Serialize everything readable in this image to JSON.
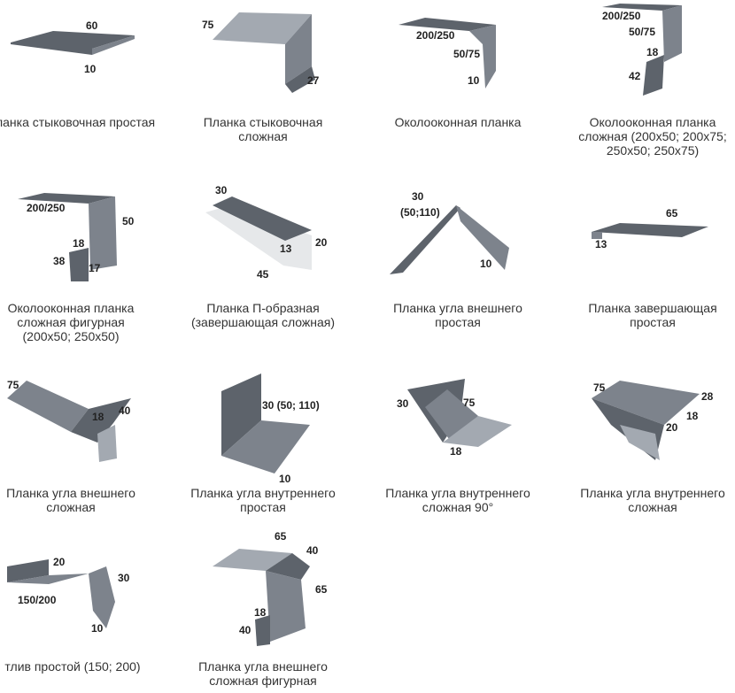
{
  "items": [
    {
      "caption": "Планка стыковочная простая",
      "dims": [
        "60",
        "10"
      ]
    },
    {
      "caption": "Планка стыковочная сложная",
      "dims": [
        "75",
        "27"
      ]
    },
    {
      "caption": "Околооконная планка",
      "dims": [
        "200/250",
        "50/75",
        "10"
      ]
    },
    {
      "caption": "Околооконная планка сложная (200x50; 200x75; 250x50; 250x75)",
      "dims": [
        "200/250",
        "50/75",
        "18",
        "42"
      ]
    },
    {
      "caption": "Околооконная планка сложная фигурная (200x50; 250x50)",
      "dims": [
        "200/250",
        "50",
        "18",
        "38",
        "17"
      ]
    },
    {
      "caption": "Планка П-образная (завершающая сложная)",
      "dims": [
        "30",
        "20",
        "13",
        "45"
      ]
    },
    {
      "caption": "Планка угла внешнего простая",
      "dims": [
        "30",
        "(50;110)",
        "10"
      ]
    },
    {
      "caption": "Планка завершающая простая",
      "dims": [
        "65",
        "13"
      ]
    },
    {
      "caption": "Планка угла внешнего сложная",
      "dims": [
        "75",
        "18",
        "40"
      ]
    },
    {
      "caption": "Планка угла внутреннего простая",
      "dims": [
        "30 (50; 110)",
        "10"
      ]
    },
    {
      "caption": "Планка угла внутреннего сложная 90°",
      "dims": [
        "30",
        "75",
        "18"
      ]
    },
    {
      "caption": "Планка угла внутреннего сложная",
      "dims": [
        "75",
        "28",
        "18",
        "20"
      ]
    },
    {
      "caption": "тлив простой (150; 200)",
      "dims": [
        "20",
        "30",
        "150/200",
        "10"
      ]
    },
    {
      "caption": "Планка угла внешнего сложная фигурная",
      "dims": [
        "65",
        "40",
        "65",
        "18",
        "40"
      ]
    }
  ]
}
